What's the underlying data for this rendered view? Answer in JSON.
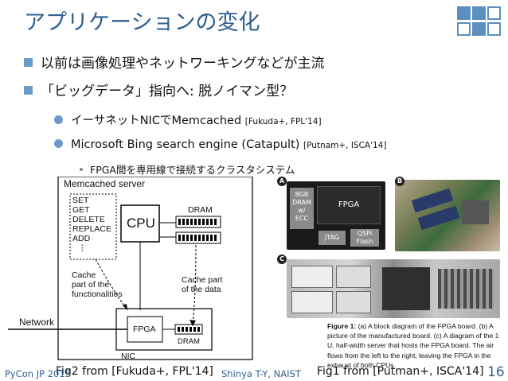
{
  "slide": {
    "title": "アプリケーションの変化",
    "page_number": "16"
  },
  "bullets": {
    "l1_a": "以前は画像処理やネットワーキングなどが主流",
    "l1_b": "「ビッグデータ」指向へ: 脱ノイマン型？",
    "l2_a": "イーサネットNICでMemcached",
    "l2_a_ref": "[Fukuda+, FPL'14]",
    "l2_b": "Microsoft Bing search engine (Catapult)",
    "l2_b_ref": "[Putnam+, ISCA'14]",
    "l3_a": "FPGA間を専用線で接続するクラスタシステム"
  },
  "left_figure": {
    "server_label": "Memcached server",
    "commands": [
      "SET",
      "GET",
      "DELETE",
      "REPLACE",
      "ADD",
      "⋮"
    ],
    "cpu": "CPU",
    "dram_top": "DRAM",
    "cache_left": [
      "Cache",
      "part of the",
      "functionalities"
    ],
    "cache_right": [
      "Cache part",
      "of the data"
    ],
    "network": "Network",
    "fpga": "FPGA",
    "dram_bottom": "DRAM",
    "nic": "NIC",
    "caption": "Fig2 from [Fukuda+, FPL'14]"
  },
  "right_figure": {
    "label_a": "A",
    "label_b": "B",
    "label_c": "C",
    "block_dram": [
      "8GB",
      "DRAM",
      "w/",
      "ECC"
    ],
    "block_fpga": "FPGA",
    "block_jtag": "JTAG",
    "block_qspi": [
      "QSPI",
      "Flash"
    ],
    "figure_caption_bold": "Figure 1:",
    "figure_caption": "(a) A block diagram of the FPGA board. (b) A picture of the manufactured board. (c) A diagram of the 1 U, half-width server that hosts the FPGA board. The air flows from the left to the right, leaving the FPGA in the exhaust of both CPUs.",
    "caption": "Fig1 from [Putman+, ISCA'14]"
  },
  "footer": {
    "left": "PyCon JP 2015",
    "author": "Shinya T-Y, NAIST"
  },
  "colors": {
    "accent": "#2f5f8f",
    "bullet": "#6b9bc8"
  }
}
